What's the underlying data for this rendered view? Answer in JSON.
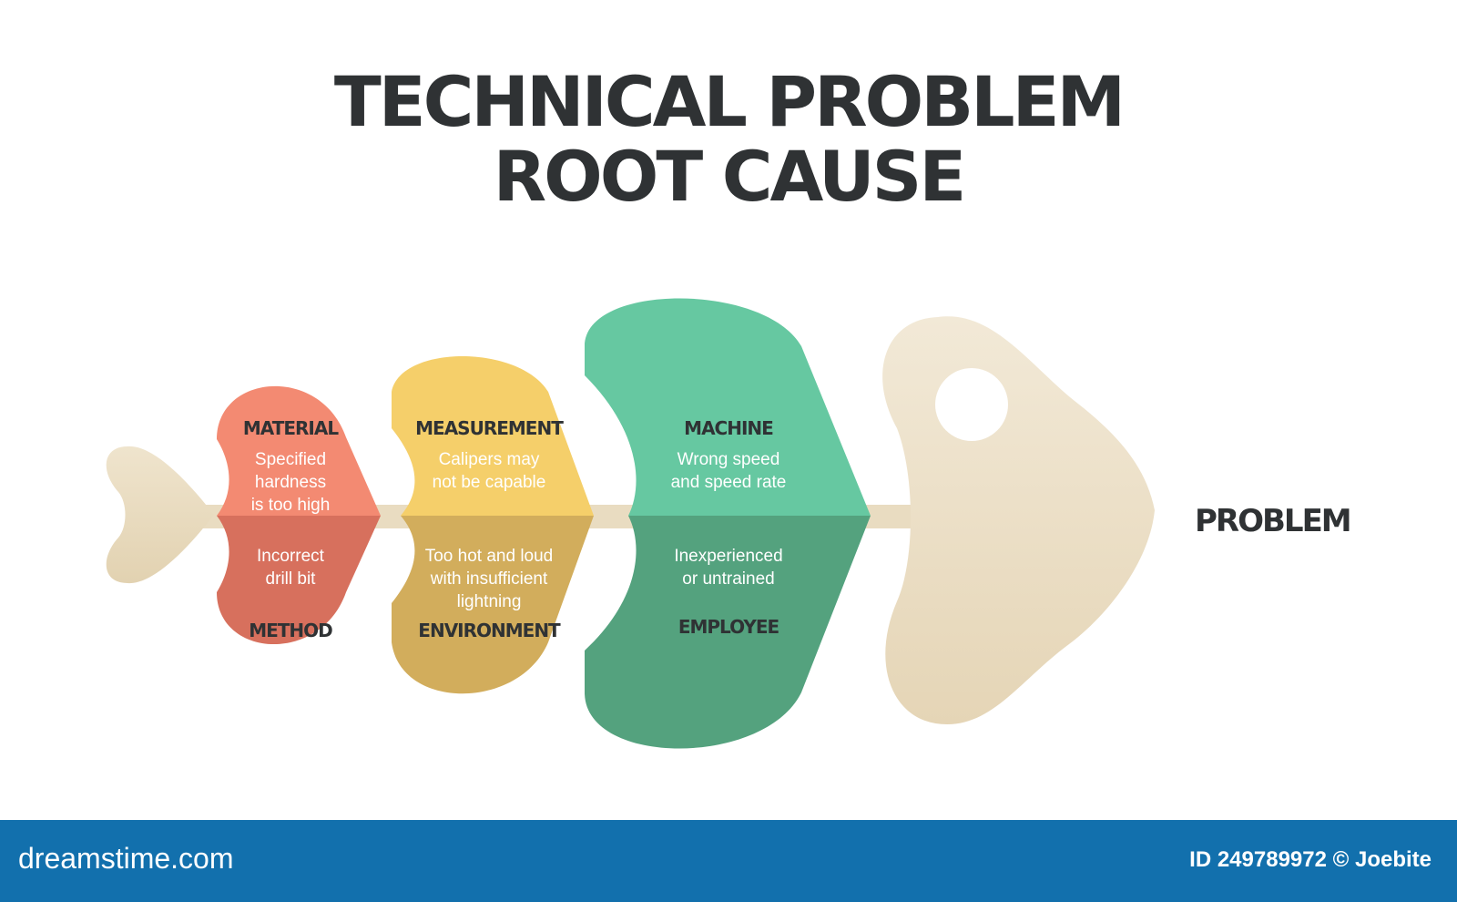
{
  "title": {
    "line1": "TECHNICAL PROBLEM",
    "line2": "ROOT CAUSE"
  },
  "causes": {
    "material": {
      "heading": "MATERIAL",
      "lines": [
        "Specified",
        "hardness",
        "is too high"
      ]
    },
    "method": {
      "heading": "METHOD",
      "lines": [
        "Incorrect",
        "drill bit"
      ]
    },
    "measurement": {
      "heading": "MEASUREMENT",
      "lines": [
        "Calipers may",
        "not be capable"
      ]
    },
    "environment": {
      "heading": "ENVIRONMENT",
      "lines": [
        "Too hot and loud",
        "with insufficient",
        "lightning"
      ]
    },
    "machine": {
      "heading": "MACHINE",
      "lines": [
        "Wrong speed",
        "and speed rate"
      ]
    },
    "employee": {
      "heading": "EMPLOYEE",
      "lines": [
        "Inexperienced",
        "or untrained"
      ]
    }
  },
  "problem": {
    "label": "PROBLEM"
  },
  "footer": {
    "brand": "dreamstime.com",
    "credit": "ID 249789972 © Joebite"
  },
  "colors": {
    "title": "#2f3234",
    "bone": "#e9dcc1",
    "material": "#f38a72",
    "method": "#d7705d",
    "measurement": "#f5cf6a",
    "environment": "#d2ad5c",
    "machine": "#66c8a1",
    "employee": "#54a27e",
    "footer": "#1270ad"
  }
}
